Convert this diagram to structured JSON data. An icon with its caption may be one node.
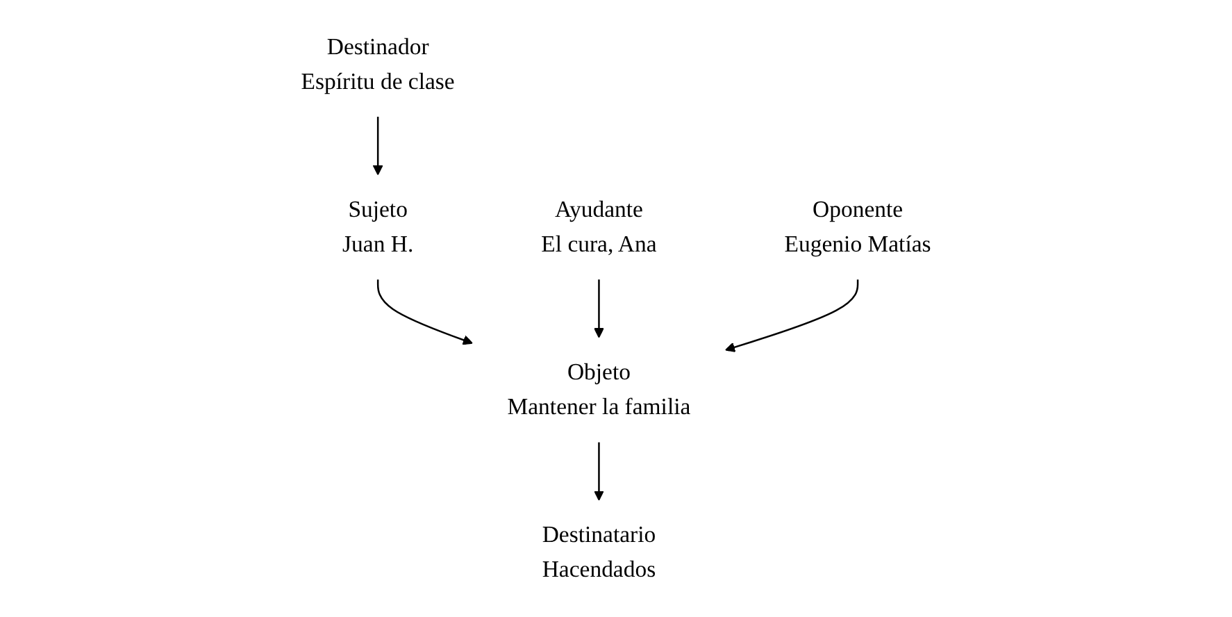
{
  "diagram": {
    "nodes": [
      {
        "text": [
          "Destinador",
          "Espíritu de clase"
        ]
      },
      {
        "text": [
          "Destinatario",
          "Hacendados"
        ]
      },
      {
        "text": [
          "Sujeto",
          "Juan H."
        ]
      },
      {
        "text": [
          "Ayudante",
          "El cura, Ana"
        ]
      },
      {
        "text": [
          "Objeto",
          "Mantener la familia"
        ]
      },
      {
        "text": [
          "Oponente",
          "Eugenio Matías"
        ]
      }
    ],
    "edges": [
      {
        "from": 0,
        "to": 2,
        "arrow": "to"
      },
      {
        "from": 2,
        "to": 4,
        "arrow": "to"
      },
      {
        "from": 4,
        "to": 1,
        "arrow": "to"
      },
      {
        "from": 3,
        "to": 4,
        "arrow": "to"
      },
      {
        "from": 5,
        "to": 4,
        "arrow": "to"
      }
    ]
  }
}
